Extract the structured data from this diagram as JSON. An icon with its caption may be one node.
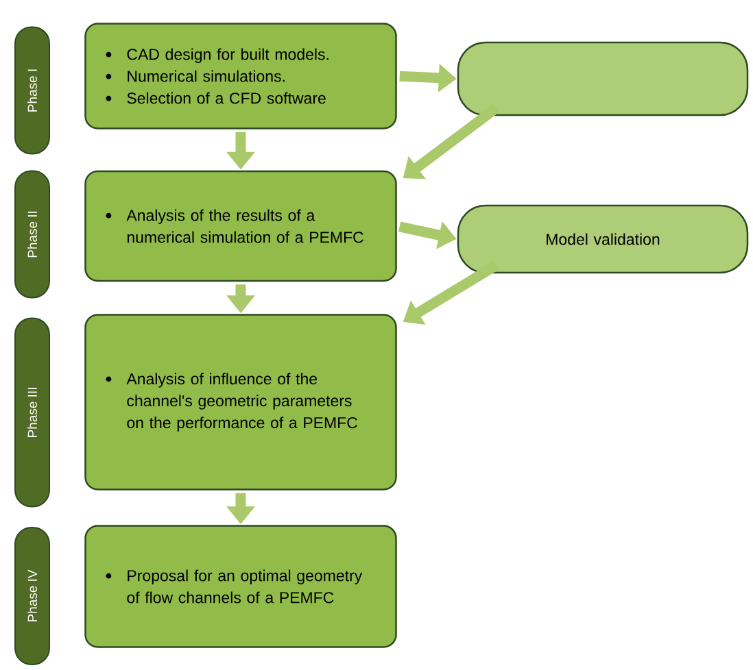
{
  "diagram": {
    "nodes": [
      {
        "text": [
          "Phase I"
        ]
      },
      {
        "text": [
          "CAD design for built models.",
          "Numerical simulations.",
          "Selection of a CFD software"
        ]
      },
      {
        "text": [],
        "shape": "box"
      },
      {
        "text": [
          "Phase II"
        ]
      },
      {
        "text": [
          "Analysis of the results of a numerical simulation of a PEMFC"
        ]
      },
      {
        "text": [
          "Model validation"
        ]
      },
      {
        "text": [
          "Phase III"
        ]
      },
      {
        "text": [
          "Analysis of influence of the channel's geometric parameters on the performance of a PEMFC"
        ]
      },
      {
        "text": [
          "Phase IV"
        ]
      },
      {
        "text": [
          "Proposal for an optimal geometry of flow channels of a PEMFC"
        ]
      }
    ],
    "edges": [
      {
        "from": 1,
        "to": 2,
        "arrow": "to"
      },
      {
        "from": 2,
        "to": 4,
        "arrow": "to"
      },
      {
        "from": 1,
        "to": 4,
        "arrow": "to"
      },
      {
        "from": 4,
        "to": 5,
        "arrow": "to"
      },
      {
        "from": 5,
        "to": 7,
        "arrow": "to"
      },
      {
        "from": 4,
        "to": 7,
        "arrow": "to"
      },
      {
        "from": 7,
        "to": 9,
        "arrow": "to"
      }
    ]
  }
}
